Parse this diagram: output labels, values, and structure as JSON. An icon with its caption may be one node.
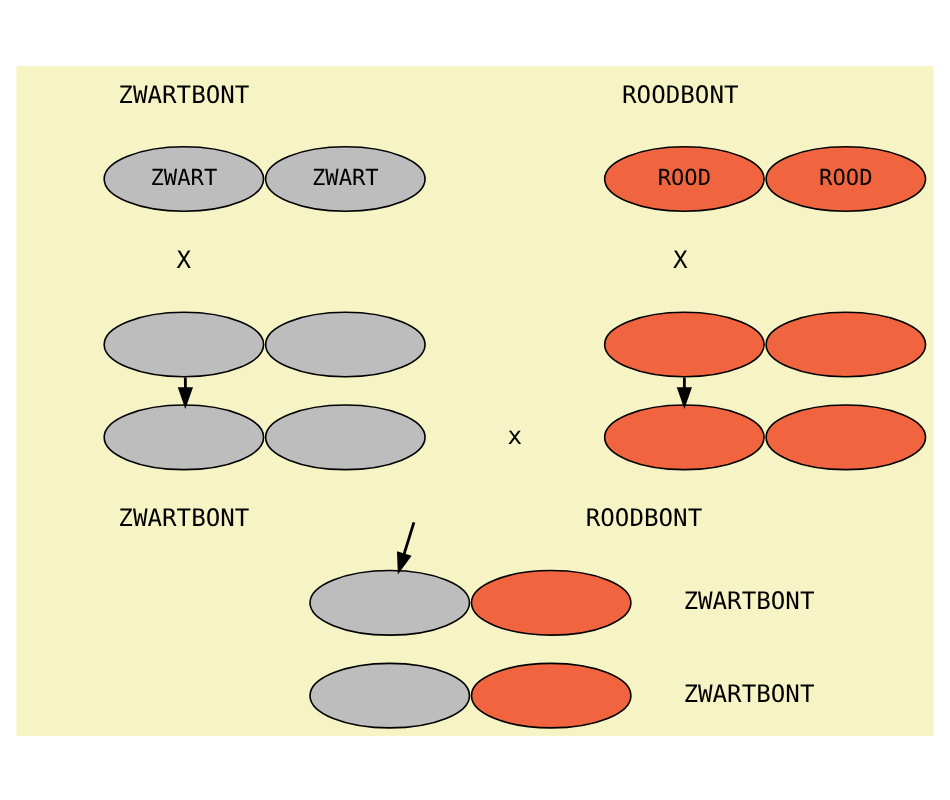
{
  "diagram": {
    "nodes": [
      {
        "text": [
          "ZWART"
        ]
      },
      {
        "text": [
          "ZWART"
        ]
      },
      {
        "text": [
          "ROOD"
        ]
      },
      {
        "text": [
          "ROOD"
        ]
      },
      {
        "text": [],
        "shape": "ellipse"
      },
      {
        "text": [],
        "shape": "ellipse"
      },
      {
        "text": [],
        "shape": "ellipse"
      },
      {
        "text": [],
        "shape": "ellipse"
      },
      {
        "text": [],
        "shape": "ellipse"
      },
      {
        "text": [],
        "shape": "ellipse"
      },
      {
        "text": [],
        "shape": "ellipse"
      },
      {
        "text": [],
        "shape": "ellipse"
      },
      {
        "text": [],
        "shape": "ellipse"
      },
      {
        "text": [],
        "shape": "ellipse"
      },
      {
        "text": [],
        "shape": "ellipse"
      },
      {
        "text": [],
        "shape": "ellipse"
      }
    ],
    "edges": [
      {
        "from": 4,
        "to": 8,
        "arrow": "to"
      },
      {
        "from": 6,
        "to": 10,
        "arrow": "to"
      },
      {
        "from": null,
        "to": 12,
        "arrow": "to"
      }
    ],
    "labels": [
      "ZWARTBONT",
      "ROODBONT",
      "X",
      "X",
      "x",
      "ZWARTBONT",
      "ROODBONT",
      "ZWARTBONT",
      "ZWARTBONT"
    ]
  }
}
